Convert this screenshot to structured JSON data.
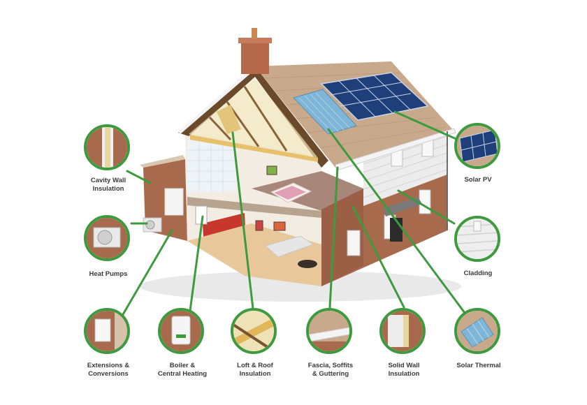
{
  "colors": {
    "accent_green": "#3e9a3e",
    "roof_tile": "#c9a98c",
    "brick": "#a86a4c",
    "solar_panel": "#1f3f7a",
    "solar_thermal": "#7fb6d8"
  },
  "features": [
    {
      "id": "cavity-wall-insulation",
      "icon": "cavity-wall-icon",
      "label": "Cavity Wall\nInsulation"
    },
    {
      "id": "heat-pumps",
      "icon": "heat-pump-icon",
      "label": "Heat Pumps"
    },
    {
      "id": "extensions-conversions",
      "icon": "extension-icon",
      "label": "Extensions &\nConversions"
    },
    {
      "id": "boiler-central-heating",
      "icon": "boiler-icon",
      "label": "Boiler &\nCentral Heating"
    },
    {
      "id": "loft-roof-insulation",
      "icon": "loft-insulation-icon",
      "label": "Loft & Roof\nInsulation"
    },
    {
      "id": "fascia-soffits-guttering",
      "icon": "guttering-icon",
      "label": "Fascia, Soffits\n& Guttering"
    },
    {
      "id": "solid-wall-insulation",
      "icon": "solid-wall-icon",
      "label": "Solid Wall\nInsulation"
    },
    {
      "id": "solar-thermal",
      "icon": "solar-thermal-icon",
      "label": "Solar Thermal"
    },
    {
      "id": "solar-pv",
      "icon": "solar-pv-icon",
      "label": "Solar PV"
    },
    {
      "id": "cladding",
      "icon": "cladding-icon",
      "label": "Cladding"
    }
  ]
}
